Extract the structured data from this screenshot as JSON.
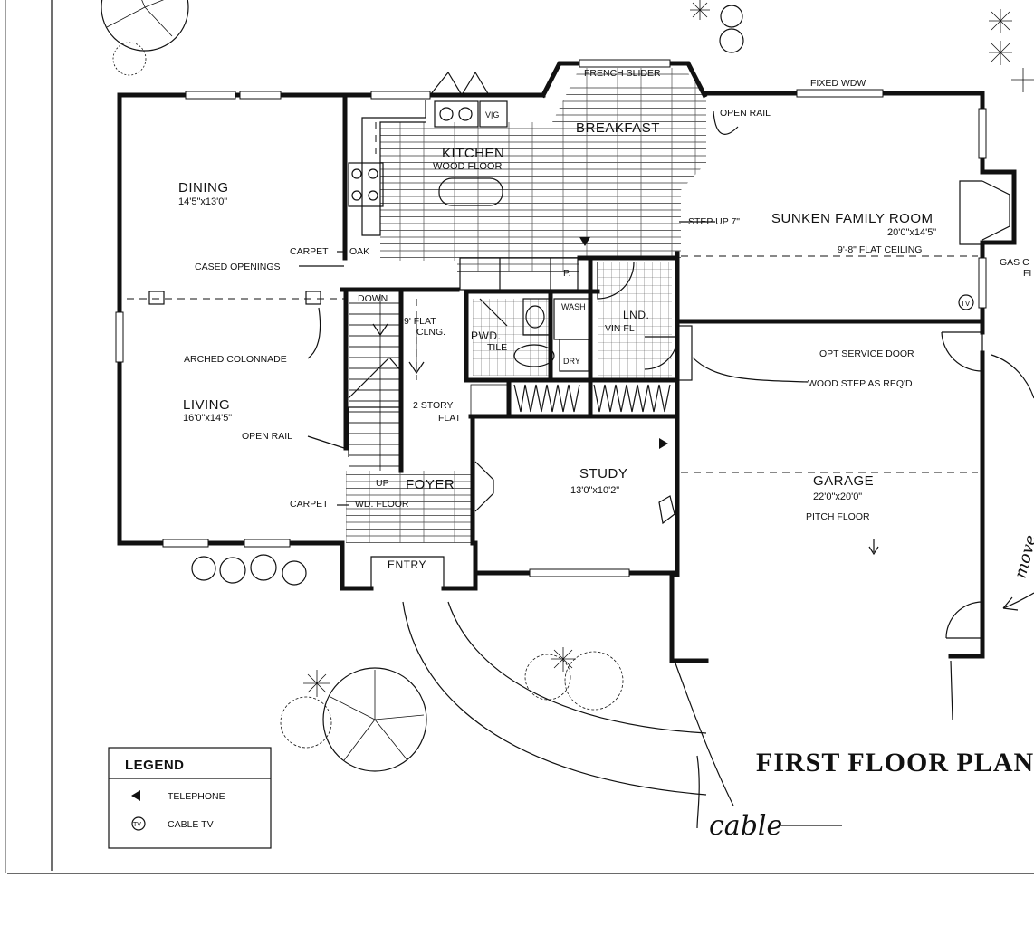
{
  "rooms": {
    "dining": {
      "name": "DINING",
      "dim": "14'5\"x13'0\""
    },
    "living": {
      "name": "LIVING",
      "dim": "16'0\"x14'5\""
    },
    "kitchen": {
      "name": "KITCHEN",
      "sub": "WOOD FLOOR"
    },
    "breakfast": {
      "name": "BREAKFAST"
    },
    "family": {
      "name": "SUNKEN FAMILY ROOM",
      "dim": "20'0\"x14'5\""
    },
    "study": {
      "name": "STUDY",
      "dim": "13'0\"x10'2\""
    },
    "garage": {
      "name": "GARAGE",
      "dim": "22'0\"x20'0\"",
      "sub": "PITCH FLOOR"
    },
    "foyer": {
      "name": "FOYER"
    },
    "entry": {
      "name": "ENTRY"
    },
    "powder": {
      "name": "PWD.",
      "sub": "TILE"
    },
    "laundry": {
      "name": "LND.",
      "sub": "VIN FL"
    }
  },
  "notes": {
    "french_slider": "FRENCH SLIDER",
    "fixed_wdw": "FIXED WDW",
    "open_rail_top": "OPEN RAIL",
    "step_up": "STEP UP 7\"",
    "flat_ceiling": "9'-8\" FLAT CEILING",
    "gas": "GAS C",
    "gas2": "FI",
    "carpet_top": "CARPET",
    "oak": "OAK",
    "cased_openings": "CASED OPENINGS",
    "down": "DOWN",
    "flat_clng": "9' FLAT",
    "clng": "CLNG.",
    "arched_colonnade": "ARCHED COLONNADE",
    "two_story": "2 STORY",
    "flat": "FLAT",
    "open_rail_living": "OPEN RAIL",
    "up": "UP",
    "carpet_bottom": "CARPET",
    "wd_floor": "WD. FLOOR",
    "wash": "WASH",
    "dry": "DRY",
    "p": "P.",
    "vw": "V|G",
    "opt_service_door": "OPT SERVICE DOOR",
    "wood_step": "WOOD STEP AS REQ'D",
    "tv": "TV"
  },
  "legend": {
    "title": "LEGEND",
    "items": [
      {
        "symbol": "telephone-icon",
        "label": "TELEPHONE"
      },
      {
        "symbol": "cable-tv-icon",
        "label": "CABLE TV"
      }
    ]
  },
  "plan_title": "FIRST FLOOR PLAN",
  "handwriting": {
    "cable": "cable",
    "move": "move"
  }
}
